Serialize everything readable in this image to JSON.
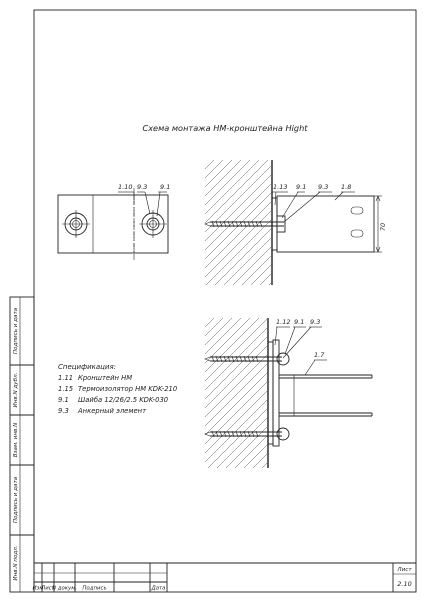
{
  "title": "Схема монтажа НМ-кронштейна Hight",
  "spec": {
    "heading": "Спецификация:",
    "items": [
      {
        "code": "1.11",
        "text": "Кронштейн НМ"
      },
      {
        "code": "1.15",
        "text": "Термоизолятор НМ KDK-210"
      },
      {
        "code": "9.1",
        "text": "Шайба 12/26/2.5 KDK-030"
      },
      {
        "code": "9.3",
        "text": "Анкерный элемент"
      }
    ]
  },
  "front_view": {
    "callouts": [
      "1.10",
      "9.3",
      "9.1"
    ]
  },
  "side_view_top": {
    "callouts": [
      "1.13",
      "9.1",
      "9.3",
      "1.8"
    ],
    "dimension": "70"
  },
  "side_view_bottom": {
    "callouts": [
      "1.12",
      "9.1",
      "9.3",
      "1.7"
    ]
  },
  "side_stamp": [
    "Подпись и дата",
    "Инв.N дубл.",
    "Взам. инв.N",
    "Подпись и дата",
    "Инв.N подл."
  ],
  "title_block": {
    "columns": [
      "Изм",
      "Лист",
      "N докум.",
      "Подпись",
      "Дата"
    ],
    "sheet_label": "Лист",
    "sheet_number": "2.10"
  }
}
